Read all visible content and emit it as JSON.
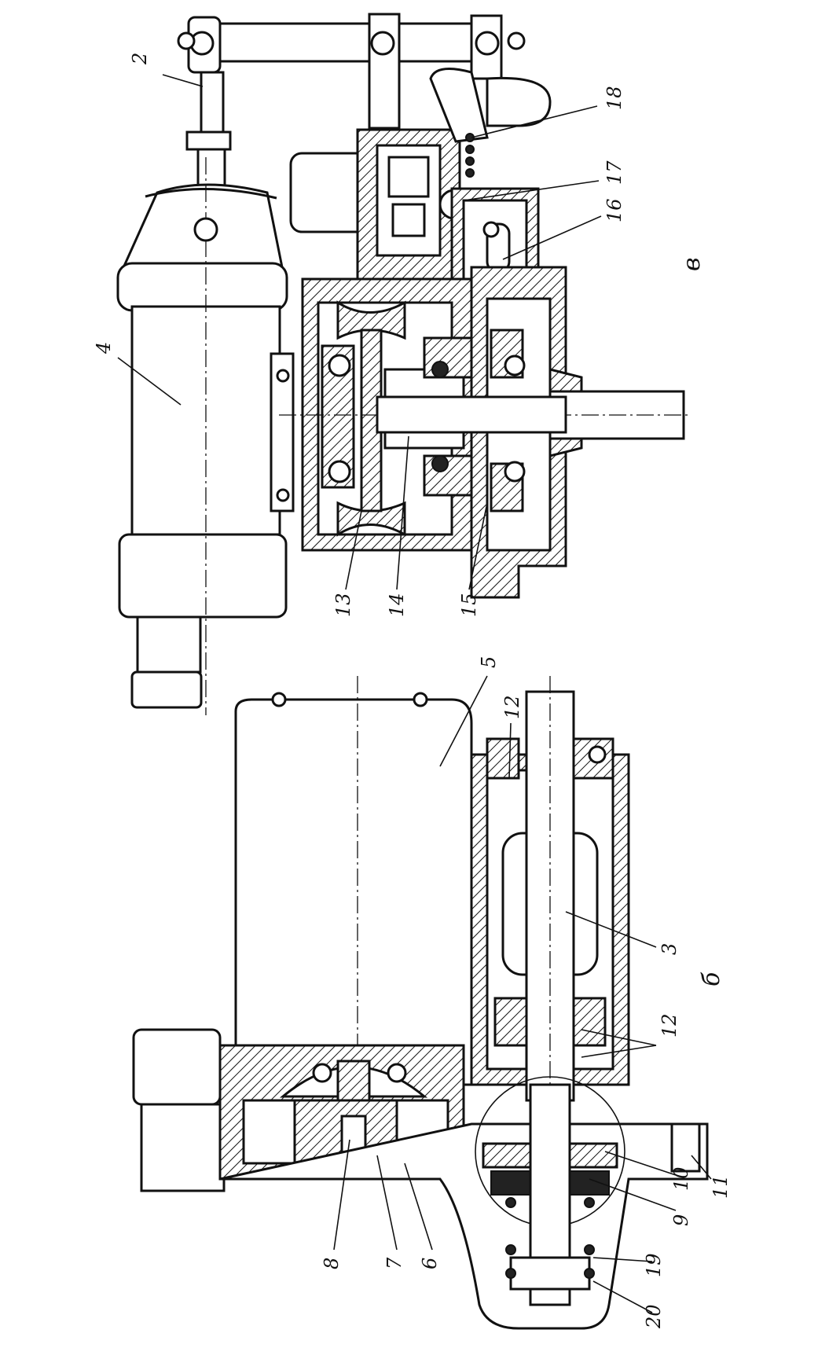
{
  "labels": {
    "l1": "2",
    "l2": "4",
    "l3": "18",
    "l4": "17",
    "l5": "16",
    "l6": "в",
    "l7": "13",
    "l8": "14",
    "l9": "15",
    "l10": "5",
    "l11": "12",
    "l12": "3",
    "l13": "б",
    "l14": "12",
    "l15": "8",
    "l16": "7",
    "l17": "6",
    "l18": "9",
    "l19": "10",
    "l20": "11",
    "l21": "19",
    "l22": "20"
  }
}
